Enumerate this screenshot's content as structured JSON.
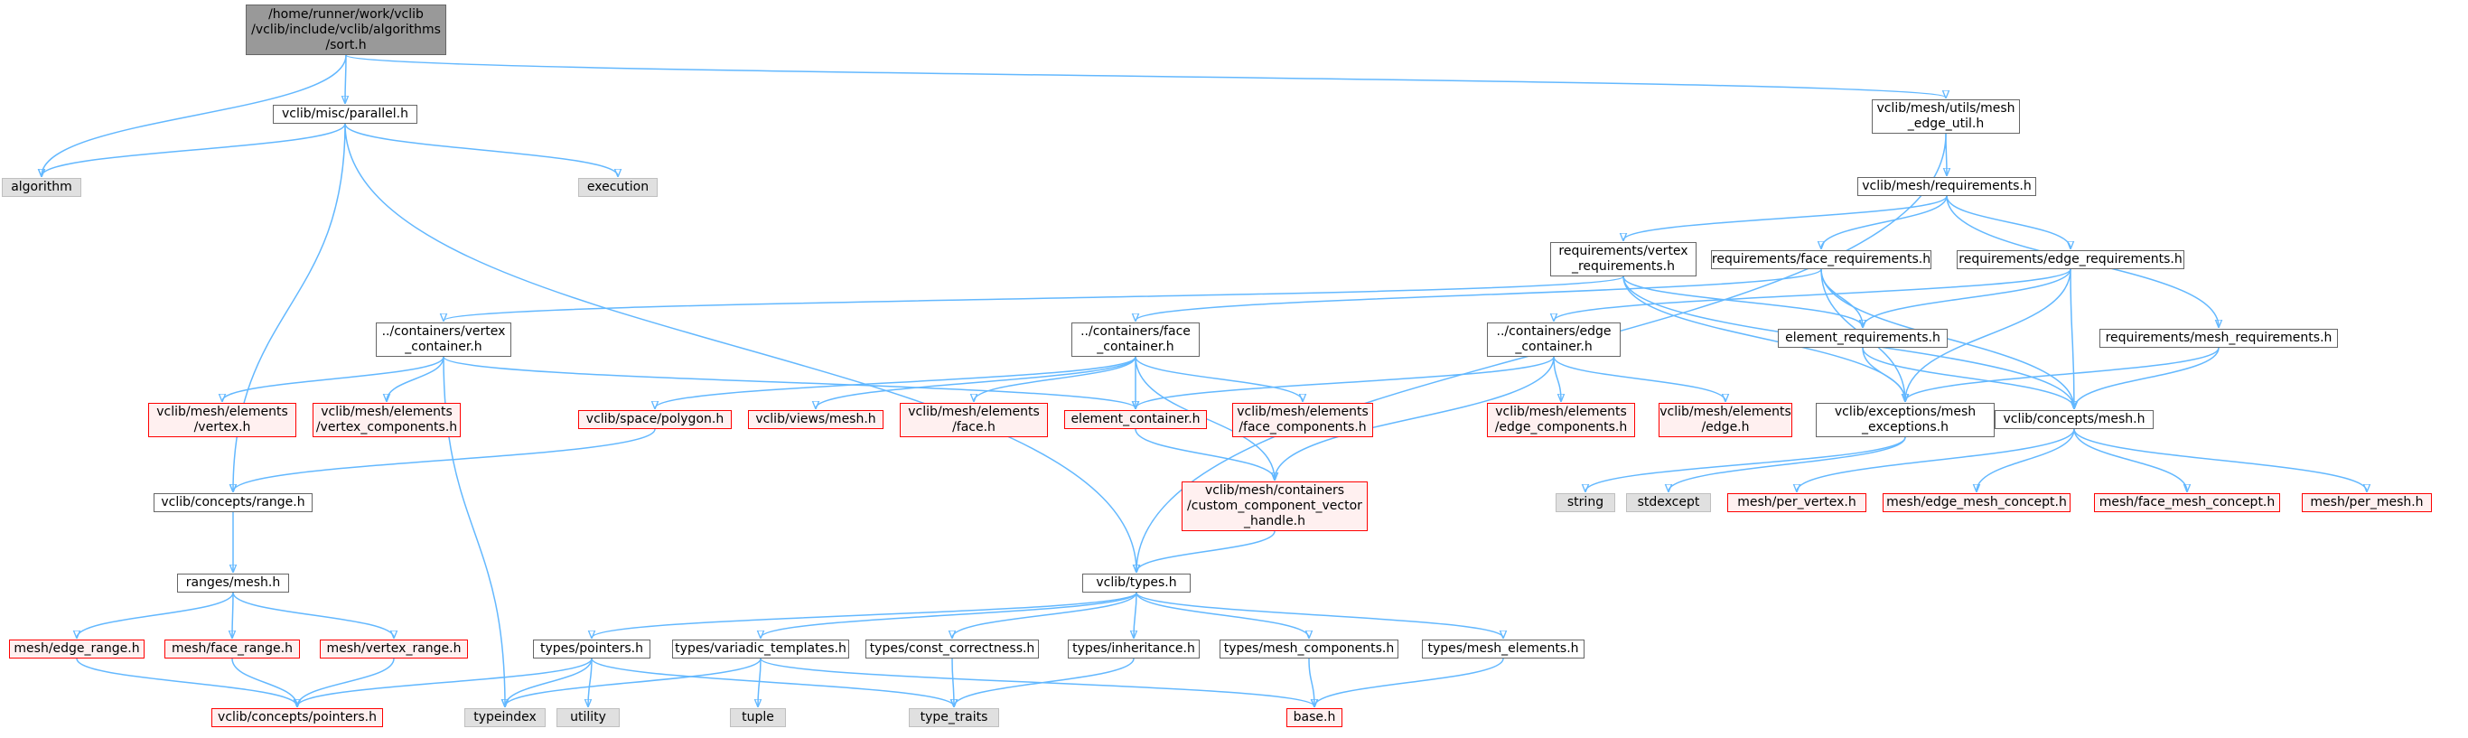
{
  "colors": {
    "edge": "#63b8ff",
    "local_border": "#666666",
    "missing_border": "#ff0000",
    "missing_fill": "#fff0f0",
    "system_fill": "#e0e0e0",
    "root_fill": "#999999"
  },
  "nodes": {
    "root": "/home/runner/work/vclib\n/vclib/include/vclib/algorithms\n/sort.h",
    "algorithm": "algorithm",
    "parallel": "vclib/misc/parallel.h",
    "execution": "execution",
    "edge_util": "vclib/mesh/utils/mesh\n_edge_util.h",
    "requirements": "vclib/mesh/requirements.h",
    "vertex_req": "requirements/vertex\n_requirements.h",
    "face_req": "requirements/face_requirements.h",
    "edge_req": "requirements/edge_requirements.h",
    "mesh_req": "requirements/mesh_requirements.h",
    "vertex_container": "../containers/vertex\n_container.h",
    "face_container": "../containers/face\n_container.h",
    "edge_container": "../containers/edge\n_container.h",
    "element_req": "element_requirements.h",
    "el_vertex": "vclib/mesh/elements\n/vertex.h",
    "el_vertex_comp": "vclib/mesh/elements\n/vertex_components.h",
    "polygon": "vclib/space/polygon.h",
    "views_mesh": "vclib/views/mesh.h",
    "el_face": "vclib/mesh/elements\n/face.h",
    "element_container": "element_container.h",
    "el_face_comp": "vclib/mesh/elements\n/face_components.h",
    "el_edge_comp": "vclib/mesh/elements\n/edge_components.h",
    "el_edge": "vclib/mesh/elements\n/edge.h",
    "mesh_exceptions": "vclib/exceptions/mesh\n_exceptions.h",
    "concepts_mesh": "vclib/concepts/mesh.h",
    "concepts_range": "vclib/concepts/range.h",
    "custom_comp": "vclib/mesh/containers\n/custom_component_vector\n_handle.h",
    "string": "string",
    "stdexcept": "stdexcept",
    "per_vertex": "mesh/per_vertex.h",
    "edge_mesh_concept": "mesh/edge_mesh_concept.h",
    "face_mesh_concept": "mesh/face_mesh_concept.h",
    "per_mesh": "mesh/per_mesh.h",
    "ranges_mesh": "ranges/mesh.h",
    "types": "vclib/types.h",
    "edge_range": "mesh/edge_range.h",
    "face_range": "mesh/face_range.h",
    "vertex_range": "mesh/vertex_range.h",
    "pointers_h": "types/pointers.h",
    "variadic": "types/variadic_templates.h",
    "const_corr": "types/const_correctness.h",
    "inheritance": "types/inheritance.h",
    "mesh_components": "types/mesh_components.h",
    "mesh_elements": "types/mesh_elements.h",
    "concepts_pointers": "vclib/concepts/pointers.h",
    "typeindex": "typeindex",
    "utility": "utility",
    "tuple": "tuple",
    "type_traits": "type_traits",
    "base": "base.h"
  }
}
